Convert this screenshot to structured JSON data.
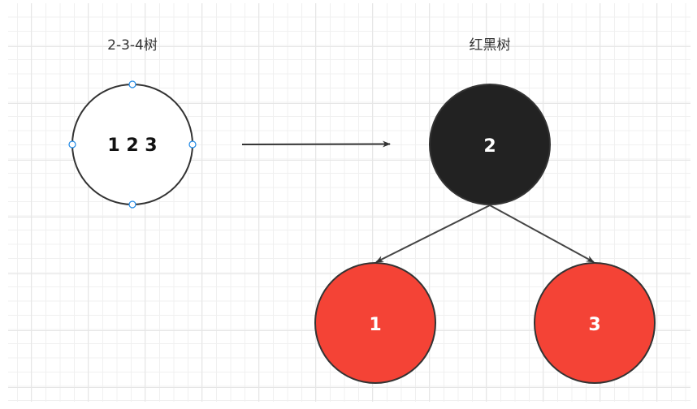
{
  "diagram": {
    "left_title": "2-3-4树",
    "right_title": "红黑树",
    "node_234": {
      "label": "1 2 3",
      "fill": "#ffffff"
    },
    "root": {
      "label": "2",
      "fill": "#222222"
    },
    "left_child": {
      "label": "1",
      "fill": "#f44336"
    },
    "right_child": {
      "label": "3",
      "fill": "#f44336"
    },
    "handle_color": "#1e88e5"
  }
}
